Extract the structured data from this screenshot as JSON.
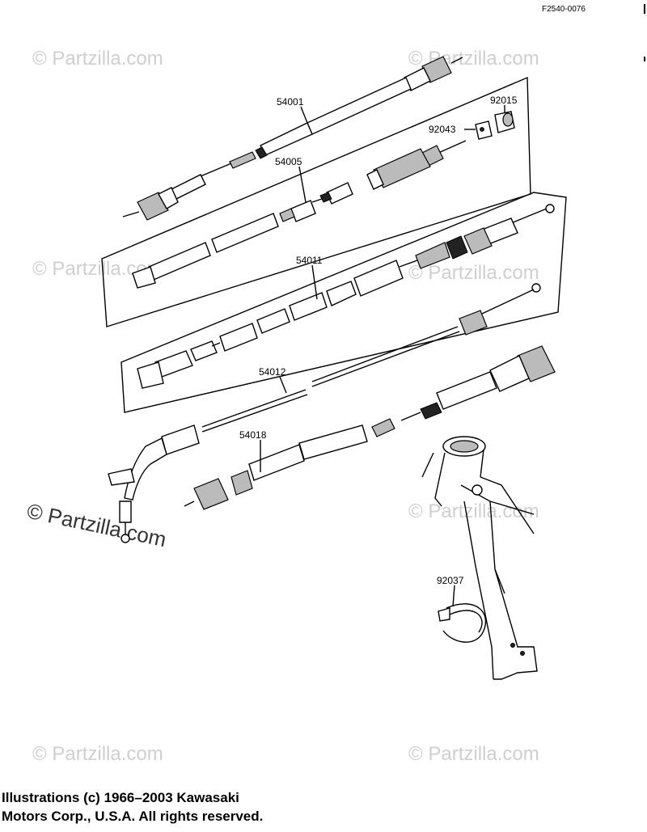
{
  "figure_code": "F2540-0076",
  "watermark": "© Partzilla.com",
  "callouts": [
    {
      "id": "54001",
      "label": "54001"
    },
    {
      "id": "92015",
      "label": "92015"
    },
    {
      "id": "92043",
      "label": "92043"
    },
    {
      "id": "54005",
      "label": "54005"
    },
    {
      "id": "54011",
      "label": "54011"
    },
    {
      "id": "54012",
      "label": "54012"
    },
    {
      "id": "54018",
      "label": "54018"
    },
    {
      "id": "92037",
      "label": "92037"
    }
  ],
  "copyright": {
    "line1": "Illustrations (c) 1966–2003 Kawasaki",
    "line2": "Motors Corp., U.S.A.  All rights reserved."
  }
}
